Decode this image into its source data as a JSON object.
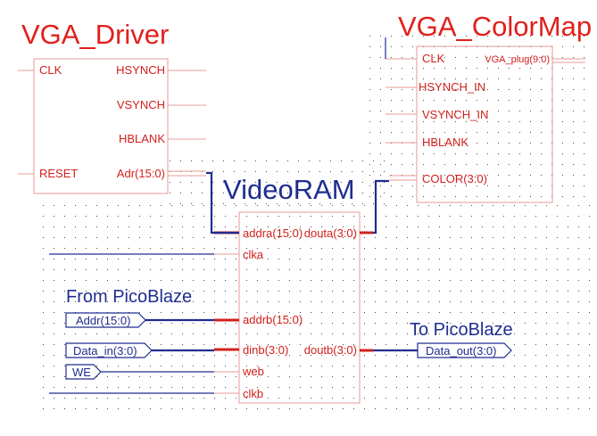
{
  "blocks": {
    "vga_driver": {
      "title": "VGA_Driver",
      "pins_left": [
        "CLK",
        "RESET"
      ],
      "pins_right": [
        "HSYNCH",
        "VSYNCH",
        "HBLANK",
        "Adr(15:0)"
      ]
    },
    "vga_colormap": {
      "title": "VGA_ColorMap",
      "pins_left": [
        "CLK",
        "HSYNCH_IN",
        "VSYNCH_IN",
        "HBLANK",
        "COLOR(3:0)"
      ],
      "pins_right": [
        "VGA_plug(9:0)"
      ]
    },
    "videoram": {
      "title": "VideoRAM",
      "pins_left": [
        "addra(15:0)",
        "clka",
        "addrb(15:0)",
        "dinb(3:0)",
        "web",
        "clkb"
      ],
      "pins_right": [
        "douta(3:0)",
        "doutb(3:0)"
      ]
    }
  },
  "annotations": {
    "from_picoblaze": "From PicoBlaze",
    "to_picoblaze": "To PicoBlaze"
  },
  "ports": {
    "addr": "Addr(15:0)",
    "data_in": "Data_in(3:0)",
    "we": "WE",
    "data_out": "Data_out(3:0)"
  },
  "colors": {
    "block_title": "#e0201c",
    "pin_label": "#d1201c",
    "block_outline": "#e89a98",
    "wire": "#1f2d8f",
    "grid_dot": "#4a4a4a"
  }
}
